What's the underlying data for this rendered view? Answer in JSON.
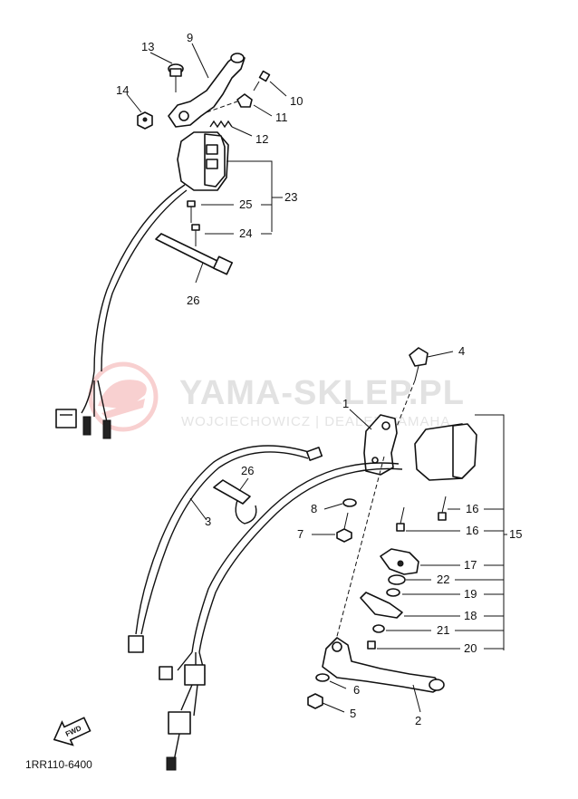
{
  "watermark": {
    "brand": "YAMA-SKLEP.PL",
    "subtitle": "WOJCIECHOWICZ | DEALER YAMAHA",
    "brand_color": "#e03030"
  },
  "diagram_code": "1RR110-6400",
  "fwd_label": "FWD",
  "part_labels": {
    "p1": "1",
    "p2": "2",
    "p3": "3",
    "p4": "4",
    "p5": "5",
    "p6": "6",
    "p7": "7",
    "p8": "8",
    "p9": "9",
    "p10": "10",
    "p11": "11",
    "p12": "12",
    "p13": "13",
    "p14": "14",
    "p15": "15",
    "p16a": "16",
    "p16b": "16",
    "p17": "17",
    "p18": "18",
    "p19": "19",
    "p20": "20",
    "p21": "21",
    "p22": "22",
    "p23": "23",
    "p24": "24",
    "p25": "25",
    "p26a": "26",
    "p26b": "26"
  }
}
